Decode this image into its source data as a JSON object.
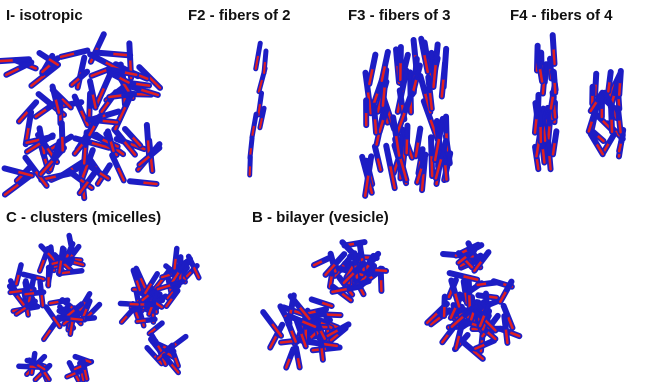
{
  "panels": [
    {
      "id": "I",
      "label": "I- isotropic"
    },
    {
      "id": "F2",
      "label": "F2 - fibers of 2"
    },
    {
      "id": "F3",
      "label": "F3 - fibers of 3"
    },
    {
      "id": "F4",
      "label": "F4 - fibers of 4"
    },
    {
      "id": "C",
      "label": "C - clusters (micelles)"
    },
    {
      "id": "B",
      "label": "B - bilayer (vesicle)"
    }
  ],
  "colors": {
    "rod_body": "#1d1dc4",
    "rod_tail": "#e02020",
    "text": "#111111"
  },
  "icons": {
    "rod": "rod-molecule-icon"
  }
}
